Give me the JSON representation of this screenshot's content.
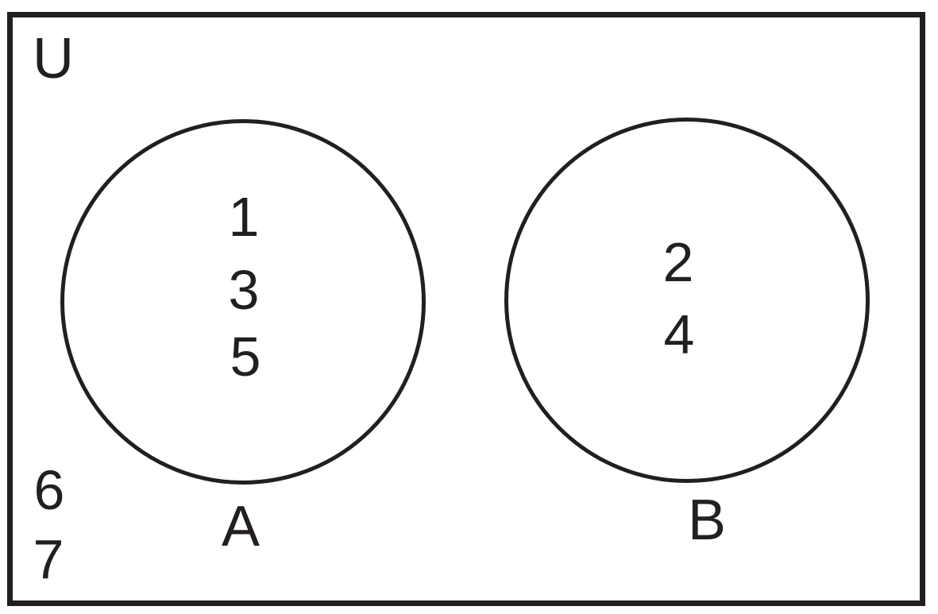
{
  "diagram": {
    "type": "venn-diagram",
    "universal_label": "U",
    "set_a": {
      "label": "A",
      "elements": [
        "1",
        "3",
        "5"
      ]
    },
    "set_b": {
      "label": "B",
      "elements": [
        "2",
        "4"
      ]
    },
    "outside_elements": [
      "6",
      "7"
    ],
    "colors": {
      "ink": "#231f20",
      "background": "#ffffff"
    }
  }
}
